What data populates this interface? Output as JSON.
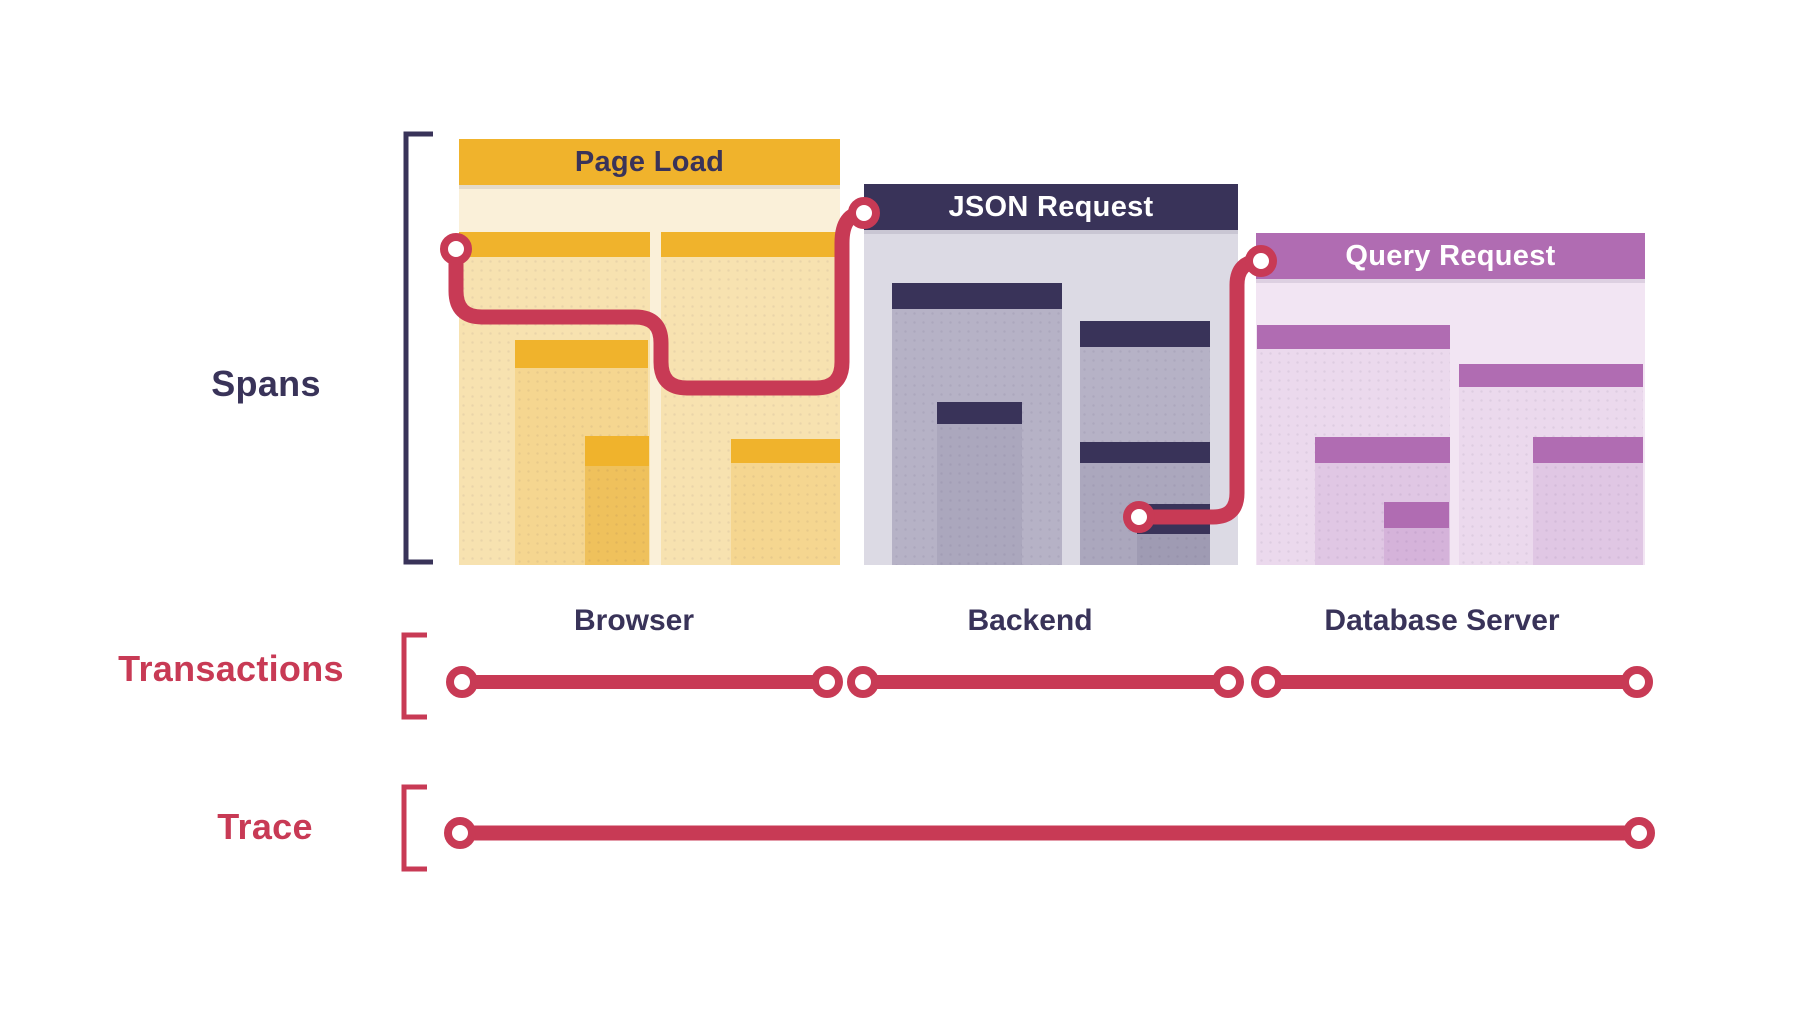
{
  "labels": {
    "spans": "Spans",
    "transactions": "Transactions",
    "trace": "Trace"
  },
  "columns": [
    {
      "title": "Page Load",
      "service": "Browser"
    },
    {
      "title": "JSON Request",
      "service": "Backend"
    },
    {
      "title": "Query Request",
      "service": "Database Server"
    }
  ],
  "colors": {
    "red": "#C83A55",
    "navy": "#393359",
    "gold": "#F0B32C",
    "purple": "#B06CB2",
    "gold_outer": "#FAF0D9",
    "gold_b1": "#F7E2B0",
    "gold_b2": "#F5D690",
    "gold_b3": "#EFC15C",
    "grey_outer": "#DCDAE4",
    "grey_b1": "#B6B2C6",
    "grey_b2": "#ABA7BD",
    "grey_b3": "#9F9BB3",
    "purple_outer": "#F2E5F3",
    "purple_b1": "#EBD9ED",
    "purple_b2": "#E0C7E4",
    "purple_b3": "#D5B3DA"
  }
}
